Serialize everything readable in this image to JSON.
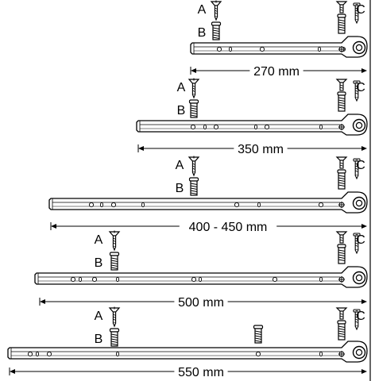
{
  "labels": {
    "a": "A",
    "b": "B",
    "c": "C"
  },
  "rails": [
    {
      "length": "270 mm"
    },
    {
      "length": "350 mm"
    },
    {
      "length": "400 - 450 mm"
    },
    {
      "length": "500 mm"
    },
    {
      "length": "550 mm"
    }
  ],
  "colors": {
    "ink": "#000000",
    "background": "#ffffff"
  },
  "icons": [
    "screw-a-icon",
    "screw-b-icon",
    "screw-c-icon",
    "roller-wheel-icon"
  ]
}
